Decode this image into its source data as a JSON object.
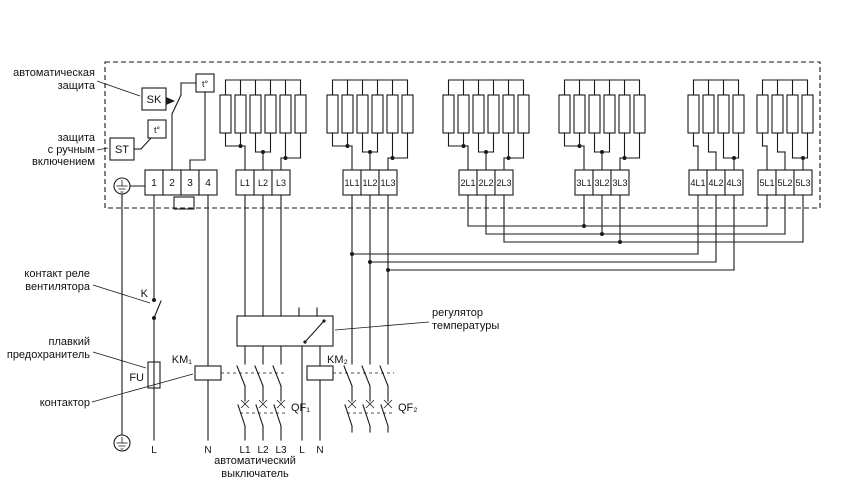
{
  "annotations": {
    "auto_protection": [
      "автоматическая",
      "защита"
    ],
    "manual_protection": [
      "защита",
      "с ручным",
      "включением"
    ],
    "fan_relay_contact": [
      "контакт реле",
      "вентилятора"
    ],
    "fuse": [
      "плавкий",
      "предохранитель"
    ],
    "contactor": "контактор",
    "temperature_regulator": [
      "регулятор",
      "температуры"
    ],
    "automatic_breaker": [
      "автоматический",
      "выключатель"
    ]
  },
  "devices": {
    "sk": "SK",
    "st": "ST",
    "t_top": "t°",
    "t_manual": "t°",
    "k": "K",
    "fu": "FU",
    "km1": "KM₁",
    "km2": "KM₂",
    "qf1": "QF₁",
    "qf2": "QF₂"
  },
  "terminal_block": [
    "1",
    "2",
    "3",
    "4"
  ],
  "terminal_groups": [
    [
      "L1",
      "L2",
      "L3"
    ],
    [
      "1L1",
      "1L2",
      "1L3"
    ],
    [
      "2L1",
      "2L2",
      "2L3"
    ],
    [
      "3L1",
      "3L2",
      "3L3"
    ],
    [
      "4L1",
      "4L2",
      "4L3"
    ],
    [
      "5L1",
      "5L2",
      "5L3"
    ]
  ],
  "bottom_labels": {
    "line": "L",
    "neutral": "N",
    "l1": "L1",
    "l2": "L2",
    "l3": "L3",
    "ctl_line": "L",
    "ctl_neutral": "N"
  },
  "colors": {
    "line": "#1a1a1a",
    "background": "#ffffff"
  }
}
